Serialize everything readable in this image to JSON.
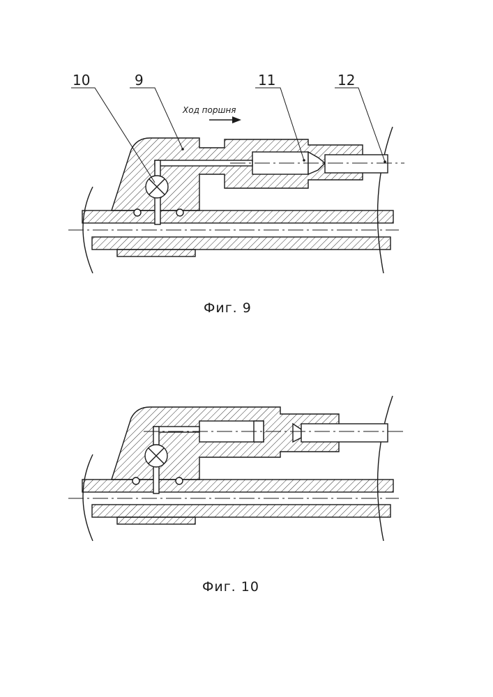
{
  "figure_9": {
    "labels": [
      "10",
      "9",
      "11",
      "12"
    ],
    "stroke_note": "Ход поршня",
    "caption": "Фиг. 9"
  },
  "figure_10": {
    "caption": "Фиг. 10"
  },
  "colors": {
    "ink": "#1a1a1a",
    "paper": "#ffffff"
  }
}
